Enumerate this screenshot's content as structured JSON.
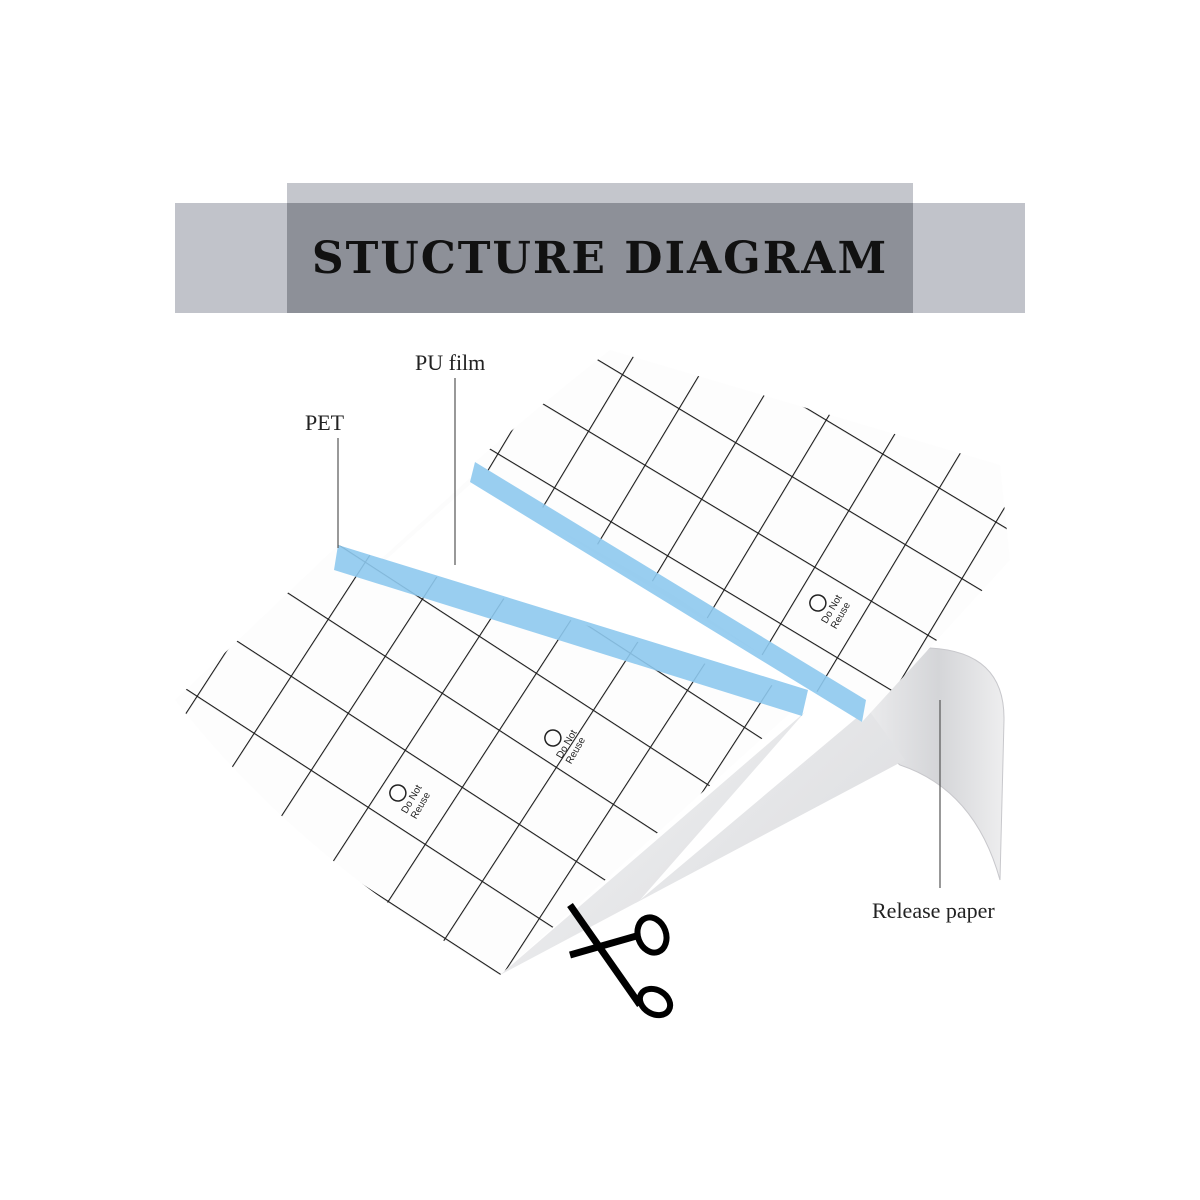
{
  "header": {
    "title": "STUCTURE DIAGRAM"
  },
  "labels": {
    "pet": "PET",
    "pu_film": "PU film",
    "release_paper": "Release paper"
  },
  "sheet_print": {
    "text_line1": "Do Not",
    "text_line2": "Reuse"
  },
  "colors": {
    "band_light": "#c1c3ca",
    "band_dark": "#8d9098",
    "strip_blue": "#8ec9ee",
    "grid": "#1a1a1a"
  }
}
